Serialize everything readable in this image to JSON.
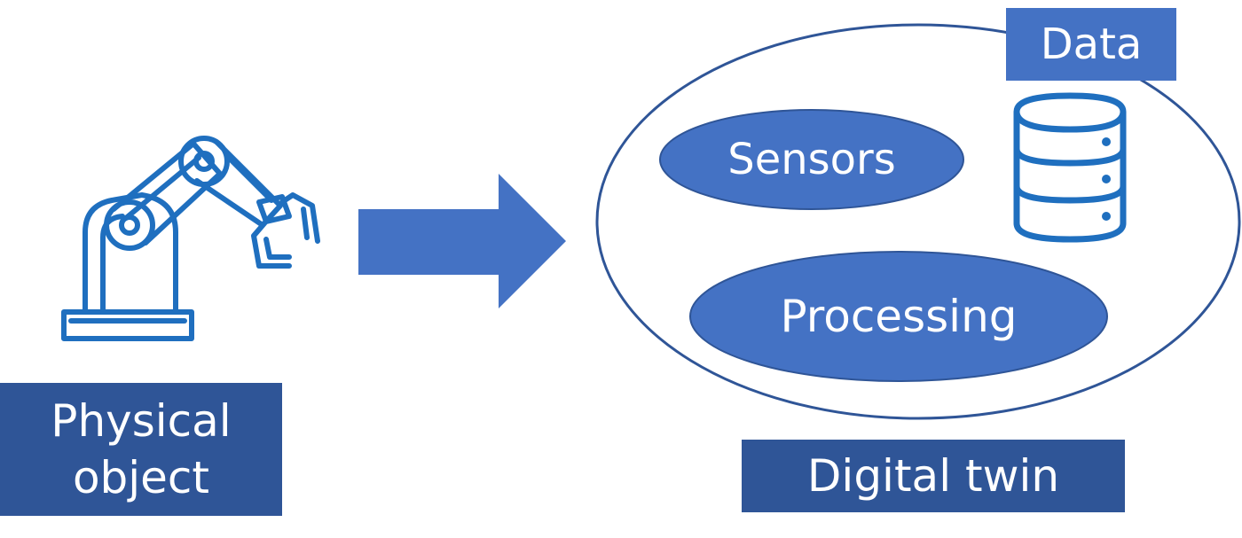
{
  "physical_object": {
    "label_line1": "Physical",
    "label_line2": "object",
    "icon": "robot-arm-icon"
  },
  "digital_twin": {
    "label": "Digital twin",
    "components": {
      "sensors": "Sensors",
      "processing": "Processing",
      "data": "Data",
      "data_icon": "database-icon"
    }
  },
  "connector": {
    "icon": "right-arrow-icon"
  },
  "colors": {
    "accent": "#4472c4",
    "label_bg": "#2f5597",
    "outline": "#2f5597",
    "icon_stroke": "#1f6fbf",
    "text_on_accent": "#ffffff"
  }
}
